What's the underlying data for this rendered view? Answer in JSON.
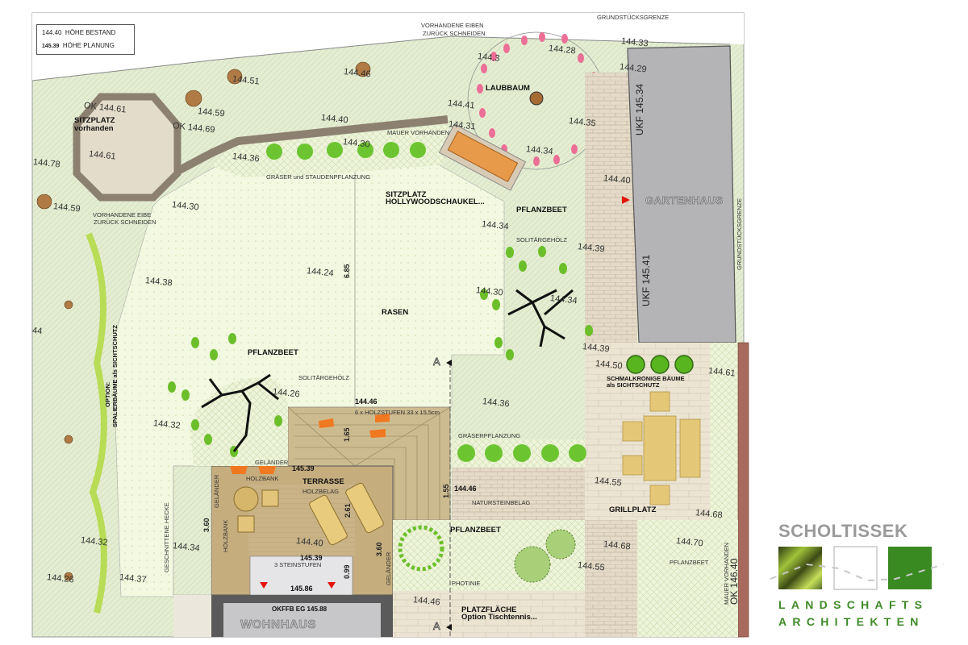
{
  "legend": {
    "existing_value": "144.40",
    "existing_label": "HÖHE BESTAND",
    "planned_value": "145.39",
    "planned_label": "HÖHE PLANUNG"
  },
  "areas": {
    "sitzplatz_1": "SITZPLATZ",
    "sitzplatz_1b": "vorhanden",
    "laubbaum": "LAUBBAUM",
    "sitzplatz_2": "SITZPLATZ",
    "sitzplatz_2b": "HOLLYWOODSCHAUKEL...",
    "pflanzbeet_ne": "PFLANZBEET",
    "rasen": "RASEN",
    "pflanzbeet_w": "PFLANZBEET",
    "gartenhaus": "GARTENHAUS",
    "schmalkronige_1": "SCHMALKRONIGE BÄUME",
    "schmalkronige_2": "als SICHTSCHUTZ",
    "terrasse": "TERRASSE",
    "grillplatz": "GRILLPLATZ",
    "pflanzbeet_s": "PFLANZBEET",
    "platzflaeche_1": "PLATZFLÄCHE",
    "platzflaeche_2": "Option Tischtennis...",
    "wohnhaus": "WOHNHAUS",
    "okffb": "OKFFB EG 145.88"
  },
  "notes": {
    "eiben": "VORHANDENE EIBEN",
    "eiben2": "ZURÜCK SCHNEIDEN",
    "grenze_top": "GRUNDSTÜCKSGRENZE",
    "grenze_right": "GRUNDSTÜCKSGRENZE",
    "mauer": "MAUER VORHANDEN",
    "graeser_stauden": "GRÄSER und STAUDENPFLANZUNG",
    "eibe": "VORHANDENE EIBE",
    "eibe2": "ZURÜCK SCHNEIDEN",
    "solitaer_ne": "SOLITÄRGEHÖLZ",
    "solitaer_w": "SOLITÄRGEHÖLZ",
    "holzstufen": "6 x HOLZSTUFEN 33 x 15,5cm",
    "graeserpflanzung": "GRÄSERPFLANZUNG",
    "gelaender_top": "GELÄNDER",
    "holzbank_top": "HOLZBANK",
    "holzbelag": "HOLZBELAG",
    "naturstein": "NATURSTEINBELAG",
    "steinstufen": "3 STEINSTUFEN",
    "photinie": "PHOTINIE",
    "pflanzbeet_se": "PFLANZBEET",
    "gelaender_left": "GELÄNDER",
    "holzbank_left": "HOLZBANK",
    "gelaender_right": "GELÄNDER",
    "hecke": "GESCHNITTENE HECKE",
    "option_1": "OPTION:",
    "option_2": "SPALIERBÄUME als SICHTSCHUTZ",
    "mauer_se": "MAUER VORHANDEN",
    "mauer_se_ok": "OK 146.40",
    "ukf_1": "UKF 145.34",
    "ukf_2": "UKF 145.41",
    "section_a": "A"
  },
  "elevations": [
    "144.51",
    "144.46",
    "144.59",
    "144.40",
    "OK 144.61",
    "OK 144.69",
    "144.61",
    "144.78",
    "144.59",
    "144.30",
    "144.36",
    "144.30",
    "144.38",
    "144.24",
    "144.30",
    "144.26",
    "144.32",
    "144.36",
    "144.34",
    "144.40",
    "144.32",
    "144.26",
    "144.37",
    "44",
    "144.3",
    "144.28",
    "144.41",
    "144.31",
    "144.35",
    "144.34",
    "144.33",
    "144.29",
    "144.40",
    "144.34",
    "144.39",
    "144.34",
    "144.39",
    "144.50",
    "144.61",
    "144.55",
    "144.68",
    "144.68",
    "144.55",
    "144.70",
    "144.46",
    "144.46"
  ],
  "planned_elevations": [
    "144.46",
    "145.39",
    "145.39",
    "144.46",
    "145.86"
  ],
  "dimensions": [
    "6.85",
    "1.65",
    "2.61",
    "3.60",
    "3.60",
    "1.55",
    "0.99"
  ],
  "logo": {
    "name": "SCHOLTISSEK",
    "line1": "LANDSCHAFTS",
    "line2": "ARCHITEKTEN"
  },
  "colors": {
    "lawn": "#f2f7df",
    "hatch": "#e3eccf",
    "paving": "#e5dcc8",
    "wood": "#c8b184",
    "gartenhaus": "#b4b4b6",
    "house": "#5a5a5a",
    "logo_green": "#3f8a28",
    "accent_red": "#e3120b"
  }
}
